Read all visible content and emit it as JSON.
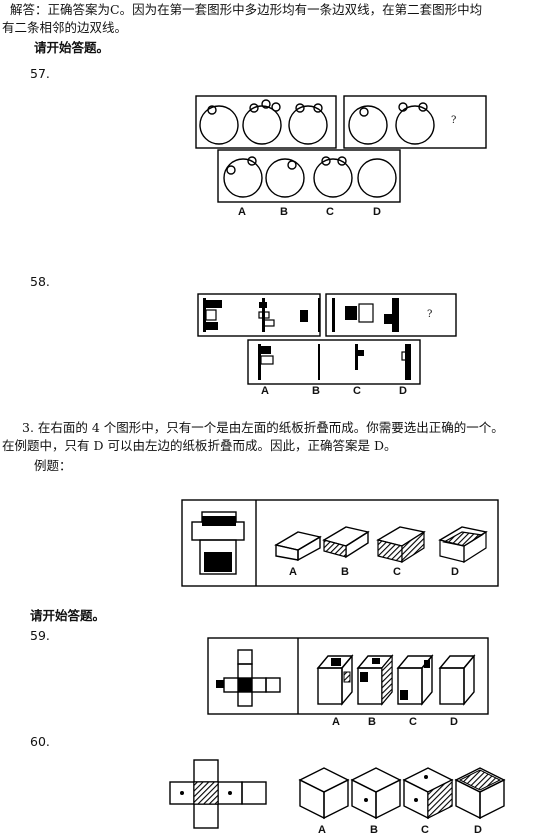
{
  "intro": {
    "line1": "解答：正确答案为C。因为在第一套图形中多边形均有一条边双线，在第二套图形中均",
    "line2": "有二条相邻的边双线。",
    "start": "请开始答题。"
  },
  "q57": {
    "number": "57.",
    "missing": "?",
    "options": [
      "A",
      "B",
      "C",
      "D"
    ]
  },
  "q58": {
    "number": "58.",
    "missing": "?",
    "options": [
      "A",
      "B",
      "C",
      "D"
    ]
  },
  "section3": {
    "line1": "3.  在右面的 4 个图形中，只有一个是由左面的纸板折叠而成。你需要选出正确的一个。",
    "line2": "在例题中，只有 D 可以由左边的纸板折叠而成。因此，正确答案是 D。",
    "example_label": "例题：",
    "example_options": [
      "A",
      "B",
      "C",
      "D"
    ],
    "start": "请开始答题。"
  },
  "q59": {
    "number": "59.",
    "options": [
      "A",
      "B",
      "C",
      "D"
    ]
  },
  "q60": {
    "number": "60.",
    "options": [
      "A",
      "B",
      "C",
      "D"
    ]
  }
}
